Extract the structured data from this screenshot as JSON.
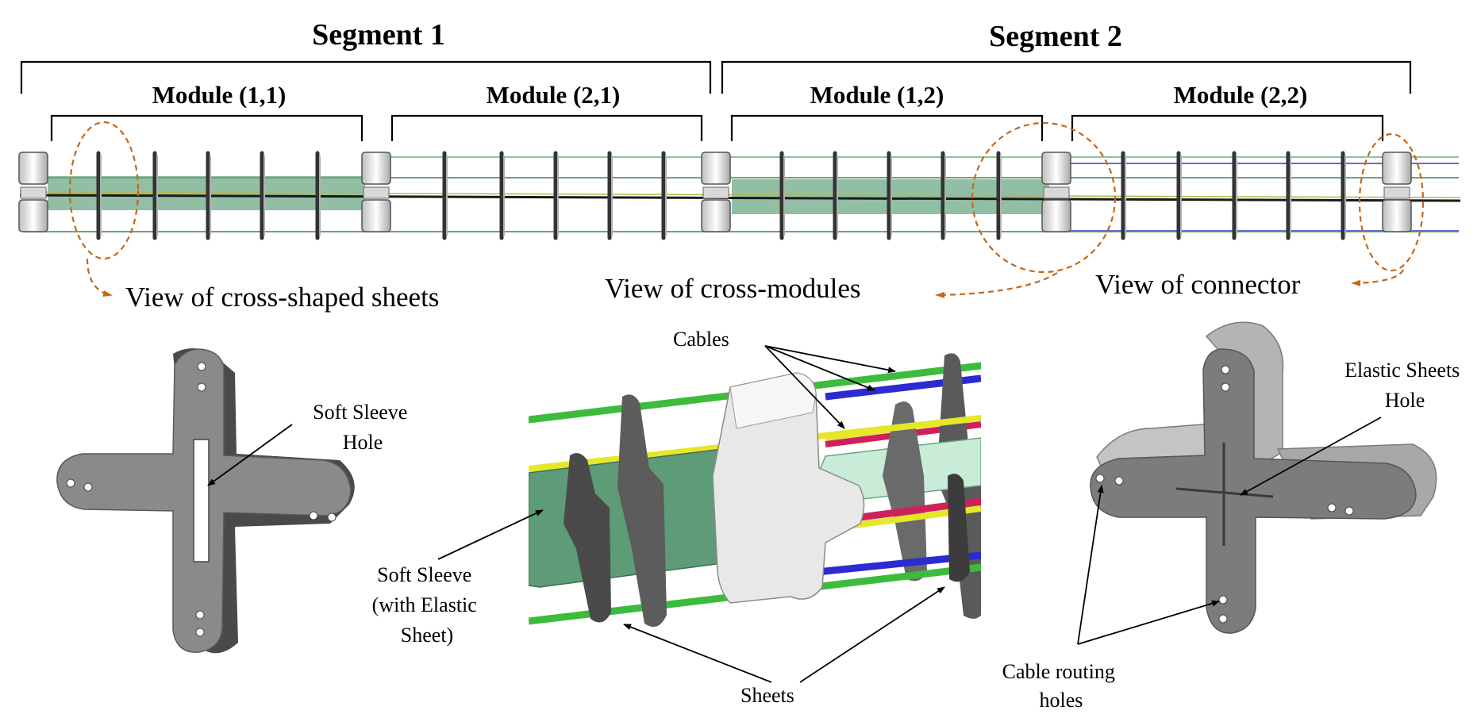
{
  "segments": [
    {
      "label": "Segment 1"
    },
    {
      "label": "Segment 2"
    }
  ],
  "modules": [
    {
      "label": "Module (1,1)"
    },
    {
      "label": "Module (2,1)"
    },
    {
      "label": "Module (1,2)"
    },
    {
      "label": "Module (2,2)"
    }
  ],
  "views": {
    "cross_sheets": "View of cross-shaped sheets",
    "cross_modules": "View of cross-modules",
    "connector": "View of connector"
  },
  "labels": {
    "soft_sleeve_hole": [
      "Soft Sleeve",
      "Hole"
    ],
    "cables": "Cables",
    "soft_sleeve_elastic": [
      "Soft Sleeve",
      "(with Elastic",
      "Sheet)"
    ],
    "sheets": "Sheets",
    "elastic_sheets_hole": [
      "Elastic Sheets",
      "Hole"
    ],
    "cable_routing_holes": [
      "Cable routing",
      "holes"
    ]
  },
  "colors": {
    "cable_green": "#3dbb3d",
    "cable_blue": "#2b2bd0",
    "cable_red": "#d0205a",
    "cable_yellow": "#e6e62a",
    "sleeve_green": "#5e9c78",
    "callout_orange": "#c4681c",
    "part_gray": "#6e6e6e"
  }
}
